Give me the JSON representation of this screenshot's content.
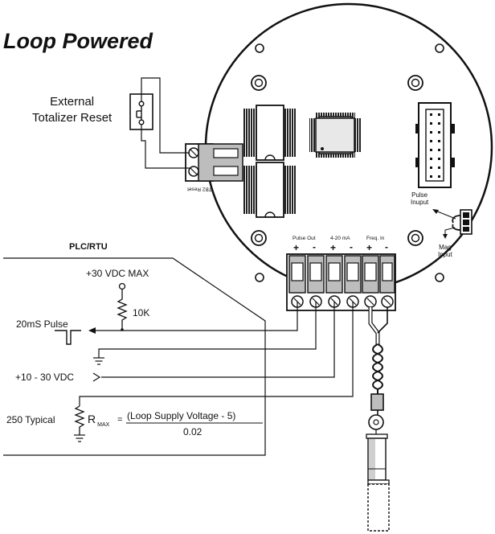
{
  "title": "Loop Powered",
  "external_totalizer_reset": [
    "External",
    "Totalizer Reset"
  ],
  "plc_rtu": "PLC/RTU",
  "vdc_max": "+30 VDC MAX",
  "resistor_10k": "10K",
  "pulse_20ms": "20mS Pulse",
  "supply_range": "+10 - 30 VDC",
  "typical_250": "250 Typical",
  "rmax_symbol": "R",
  "rmax_subscript": "MAX",
  "rmax_equals": "=",
  "rmax_numerator": "(Loop Supply Voltage - 5)",
  "rmax_denominator": "0.02",
  "tb2_reset": "TB2 Reset",
  "terminal_groups": [
    "Pulse Out",
    "4-20 mA",
    "Freq. In"
  ],
  "terminal_polarity": [
    "+",
    "-",
    "+",
    "-",
    "+",
    "-"
  ],
  "pulse_input": [
    "Pulse",
    "Inuput"
  ],
  "mag_input": [
    "Mag",
    "Input"
  ],
  "colors": {
    "ink": "#111111",
    "pcb": "#ffffff",
    "terminal": "#bdbdbd",
    "chip": "#222222"
  }
}
